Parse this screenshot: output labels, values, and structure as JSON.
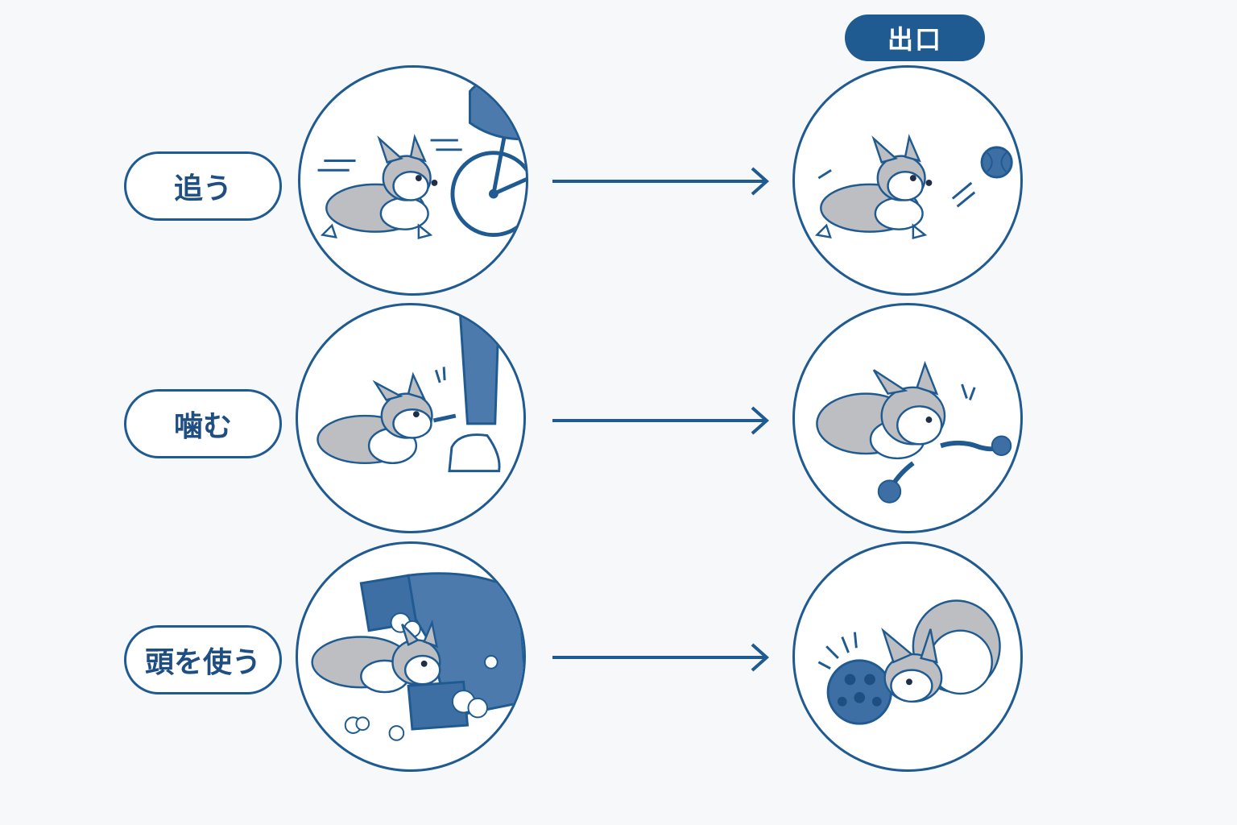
{
  "header": {
    "exit_label": "出口"
  },
  "rows": [
    {
      "label": "追う"
    },
    {
      "label": "噛む"
    },
    {
      "label": "頭を使う"
    }
  ],
  "colors": {
    "accent": "#1f5a91",
    "dog_gray": "#b8b9bd",
    "background": "#f7f8f9"
  },
  "icons": {
    "left_scenes": [
      "dog-chasing-bicycle-icon",
      "dog-biting-pant-leg-icon",
      "dog-digging-sofa-cushion-icon"
    ],
    "right_scenes": [
      "dog-chasing-ball-icon",
      "dog-tugging-rope-toy-icon",
      "dog-nosing-puzzle-ball-icon"
    ]
  }
}
